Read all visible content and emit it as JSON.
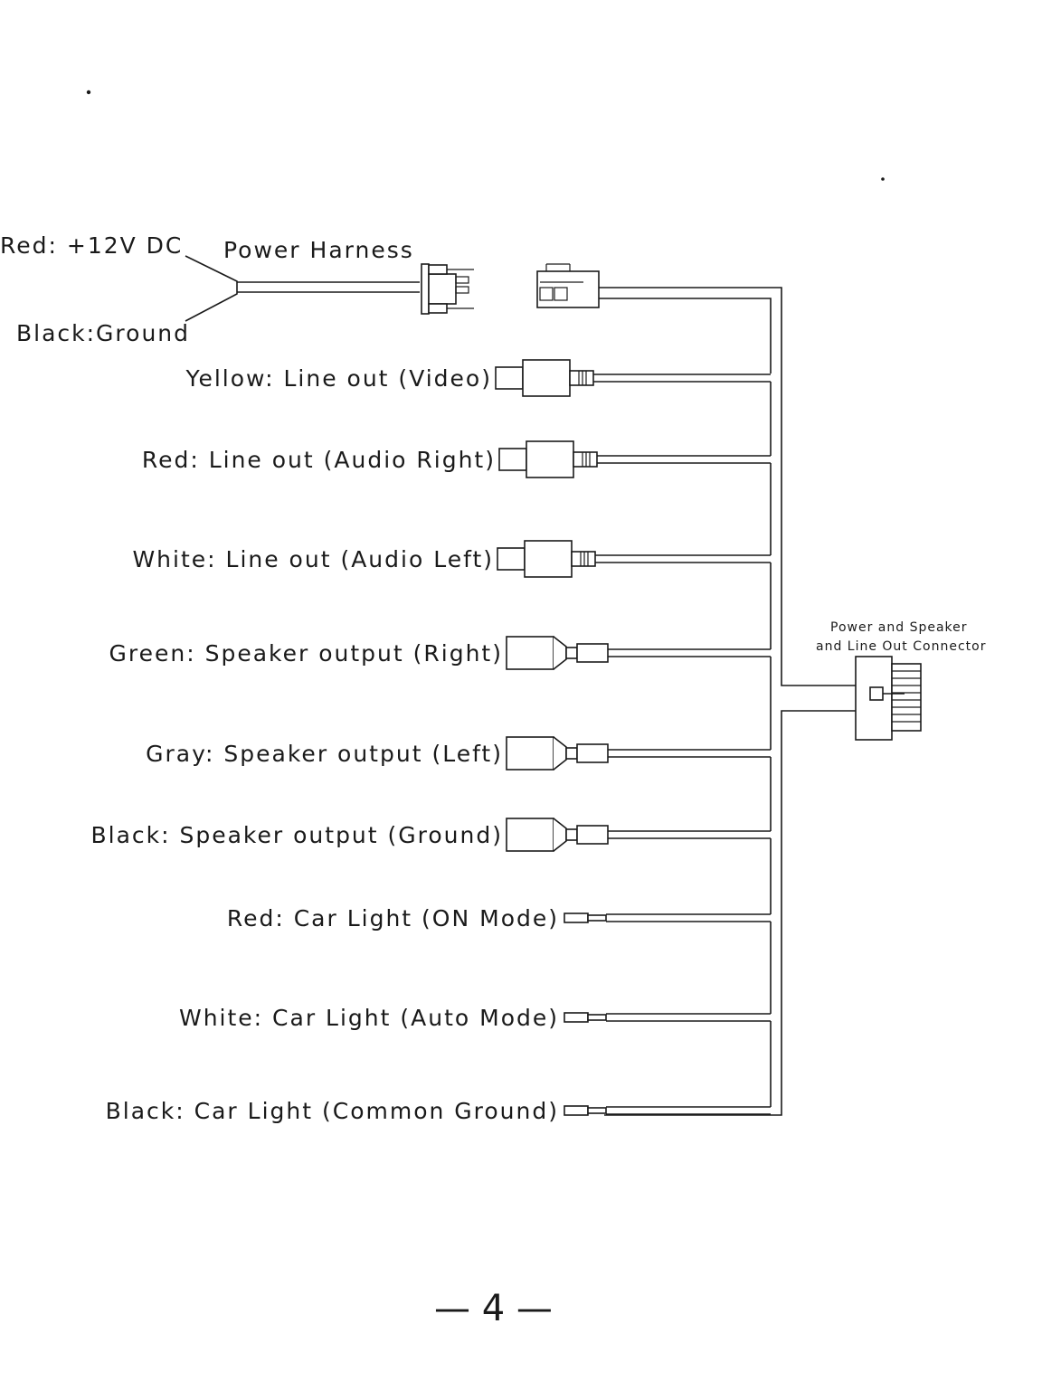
{
  "labels": {
    "power_red": "Red: +12V DC",
    "power_harness": "Power Harness",
    "power_black": "Black:Ground",
    "connector_line1": "Power and Speaker",
    "connector_line2": "and Line Out Connector",
    "page_number": "— 4 —"
  },
  "wires": [
    {
      "label": "Yellow: Line out (Video)",
      "type": "rca"
    },
    {
      "label": "Red: Line out (Audio Right)",
      "type": "rca"
    },
    {
      "label": "White: Line out (Audio Left)",
      "type": "rca"
    },
    {
      "label": "Green: Speaker output (Right)",
      "type": "spade"
    },
    {
      "label": "Gray: Speaker output (Left)",
      "type": "spade"
    },
    {
      "label": "Black: Speaker output (Ground)",
      "type": "spade"
    },
    {
      "label": "Red: Car Light (ON Mode)",
      "type": "pin"
    },
    {
      "label": "White: Car Light (Auto Mode)",
      "type": "pin"
    },
    {
      "label": "Black: Car Light (Common Ground)",
      "type": "pin"
    }
  ]
}
